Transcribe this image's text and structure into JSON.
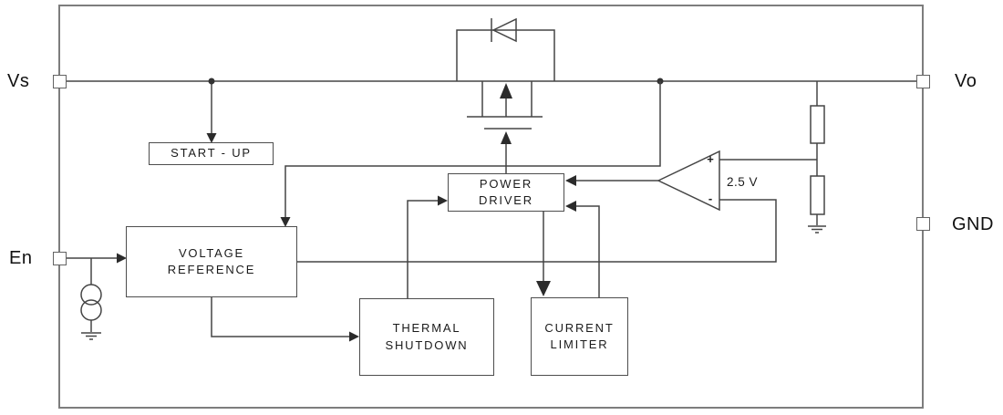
{
  "diagram": {
    "title_hint": "LDO regulator functional block diagram",
    "pins": {
      "vs": "Vs",
      "en": "En",
      "vo": "Vo",
      "gnd": "GND"
    },
    "blocks": {
      "startup": "START - UP",
      "voltage_reference": "VOLTAGE\nREFERENCE",
      "thermal_shutdown": "THERMAL\nSHUTDOWN",
      "power_driver": "POWER\nDRIVER",
      "current_limiter": "CURRENT\nLIMITER"
    },
    "amplifier": {
      "reference_voltage": "2.5 V",
      "plus_sign": "+",
      "minus_sign": "-"
    },
    "colors": {
      "wire": "#454545",
      "frame": "#7d7d7d",
      "box_border": "#4d4d4d",
      "text": "#1b1b1b",
      "background": "#ffffff"
    }
  }
}
